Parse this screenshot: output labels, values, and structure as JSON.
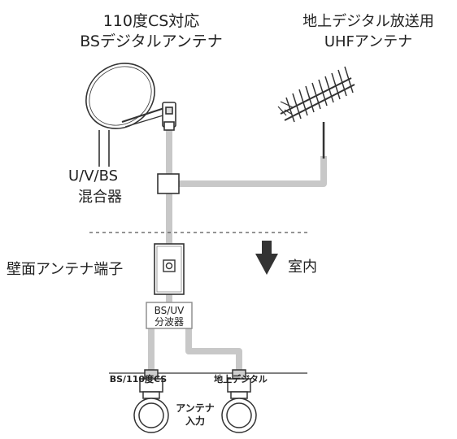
{
  "bs_antenna": {
    "line1": "110度CS対応",
    "line2": "BSデジタルアンテナ"
  },
  "uhf_antenna": {
    "line1": "地上デジタル放送用",
    "line2": "UHFアンテナ"
  },
  "mixer": {
    "line1": "U/V/BS",
    "line2": "混合器"
  },
  "wall_terminal": {
    "label": "壁面アンテナ端子"
  },
  "indoor": {
    "label": "室内"
  },
  "splitter": {
    "line1": "BS/UV",
    "line2": "分波器"
  },
  "tv_panel": {
    "bs_input": "BS/110度CS",
    "terrestrial_input": "地上デジタル",
    "antenna_input_line1": "アンテナ",
    "antenna_input_line2": "入力"
  },
  "colors": {
    "cable": "#c8c8c8",
    "line": "#333333",
    "label": "#222222",
    "fill": "#ffffff"
  }
}
